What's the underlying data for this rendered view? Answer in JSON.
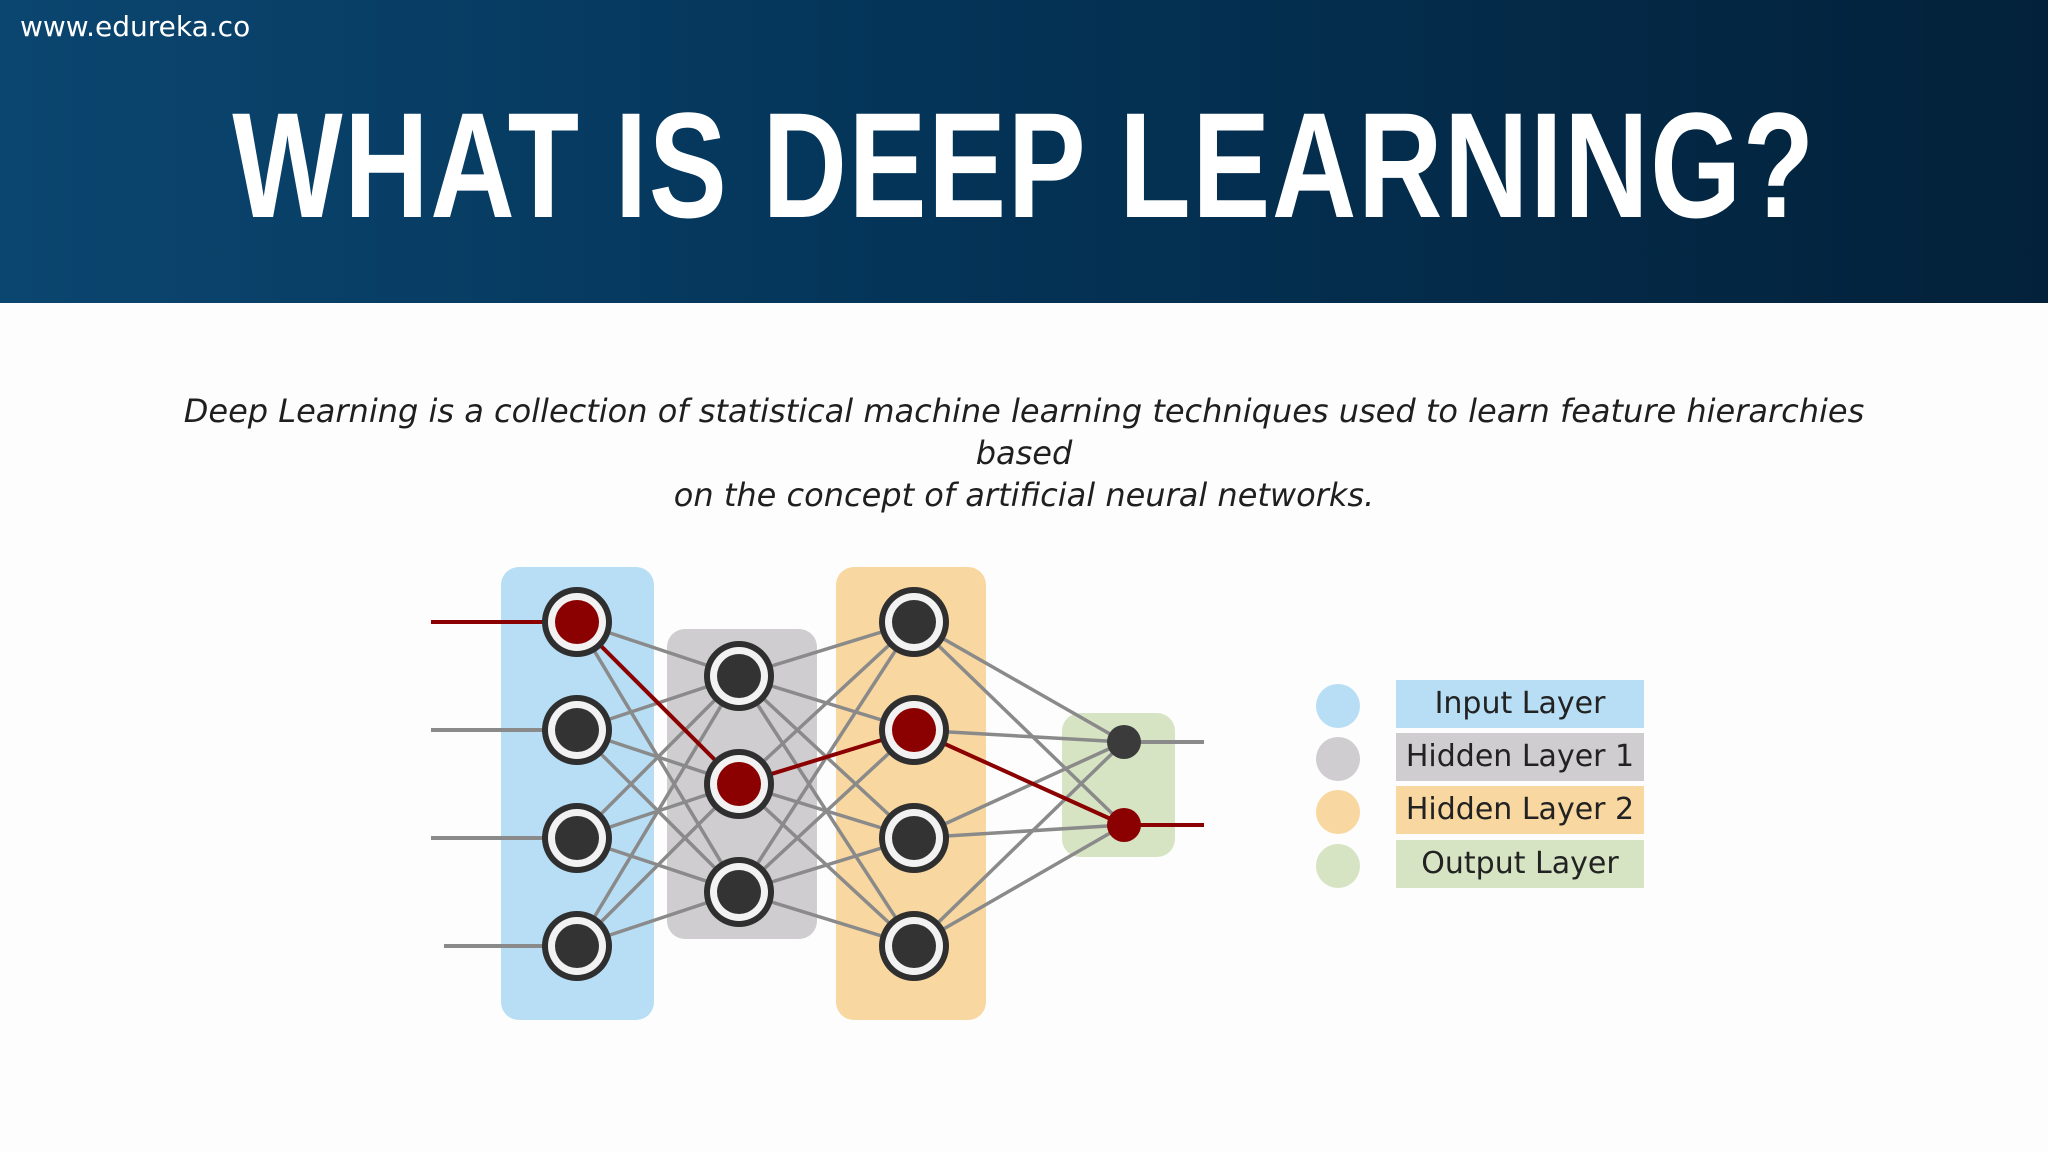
{
  "header": {
    "site_url": "www.edureka.co",
    "title": "WHAT IS DEEP LEARNING?"
  },
  "description": "Deep Learning is a collection of statistical machine learning techniques used to learn feature hierarchies based\non the concept of artificial neural networks.",
  "legend": [
    {
      "label": "Input Layer",
      "color": "#b8def5"
    },
    {
      "label": "Hidden Layer 1",
      "color": "#cfcdd0"
    },
    {
      "label": "Hidden Layer 2",
      "color": "#f8d7a0"
    },
    {
      "label": "Output Layer",
      "color": "#d7e4c3"
    }
  ],
  "colors": {
    "banner": "#043458",
    "node": "#333333",
    "active": "#8b0000",
    "edge": "#8a8a8a"
  }
}
